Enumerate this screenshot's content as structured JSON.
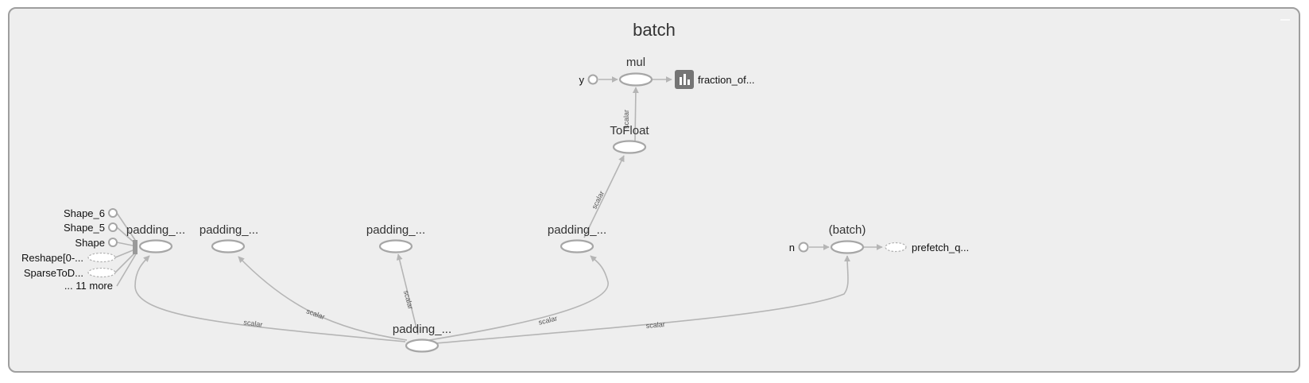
{
  "group": {
    "title": "batch"
  },
  "nodes": {
    "mul": "mul",
    "y": "y",
    "fraction": "fraction_of...",
    "to_float": "ToFloat",
    "padding_1": "padding_...",
    "padding_2": "padding_...",
    "padding_3": "padding_...",
    "padding_4": "padding_...",
    "padding_bottom": "padding_...",
    "batch_op": "(batch)",
    "n": "n",
    "prefetch": "prefetch_q..."
  },
  "inputs": {
    "shape_6": "Shape_6",
    "shape_5": "Shape_5",
    "shape": "Shape",
    "reshape": "Reshape[0-...",
    "sparse": "SparseToD...",
    "more": "... 11 more"
  },
  "edge_label": "scalar",
  "colors": {
    "border": "#9e9e9e",
    "background": "#eeeeee",
    "edge": "#b5b5b5",
    "summary": "#757575"
  }
}
